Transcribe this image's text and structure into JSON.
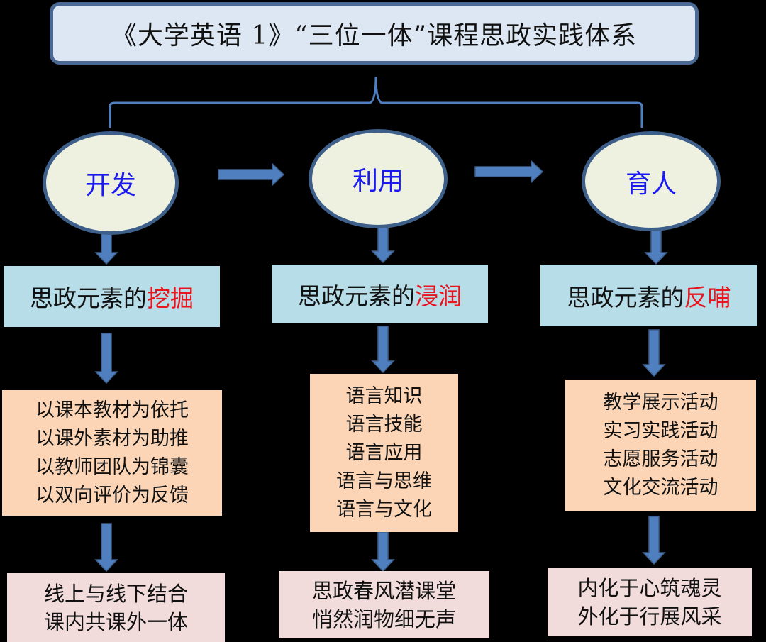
{
  "title": "《大学英语 1》“三位一体”课程思政实践体系",
  "colors": {
    "arrow": "#4f7fbf",
    "border": "#3d5f8a",
    "highlight": "#e8141e"
  },
  "columns": [
    {
      "stage": "开发",
      "element_prefix": "思政元素的",
      "element_key": "挖掘",
      "items": [
        "以课本教材为依托",
        "以课外素材为助推",
        "以教师团队为锦囊",
        "以双向评价为反馈"
      ],
      "outcome": [
        "线上与线下结合",
        "课内共课外一体"
      ]
    },
    {
      "stage": "利用",
      "element_prefix": "思政元素的",
      "element_key": "浸润",
      "items": [
        "语言知识",
        "语言技能",
        "语言应用",
        "语言与思维",
        "语言与文化"
      ],
      "outcome": [
        "思政春风潜课堂",
        "悄然润物细无声"
      ]
    },
    {
      "stage": "育人",
      "element_prefix": "思政元素的",
      "element_key": "反哺",
      "items": [
        "教学展示活动",
        "实习实践活动",
        "志愿服务活动",
        "文化交流活动"
      ],
      "outcome": [
        "内化于心筑魂灵",
        "外化于行展风采"
      ]
    }
  ]
}
